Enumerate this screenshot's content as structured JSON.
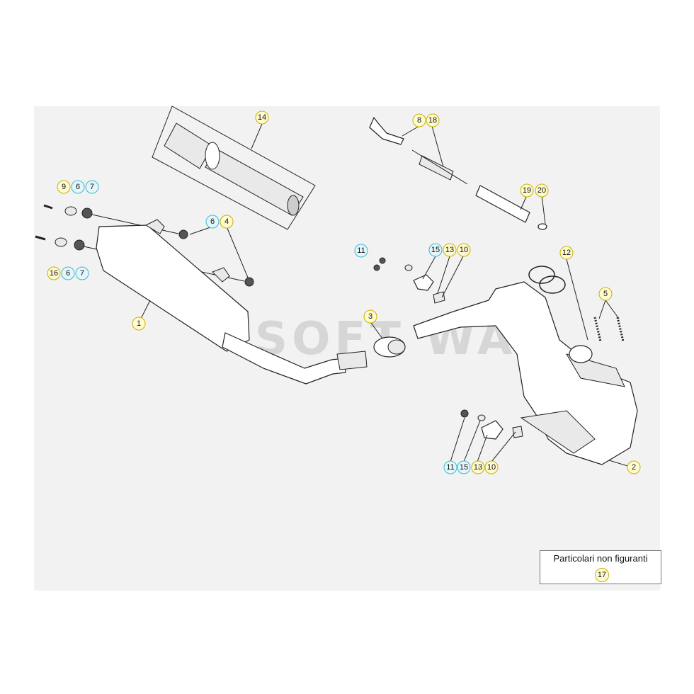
{
  "watermark": "SOFT WAY",
  "legend": {
    "title": "Particolari non figuranti",
    "part": "17"
  },
  "callouts": {
    "c14": "14",
    "c8": "8",
    "c18": "18",
    "c19": "19",
    "c20": "20",
    "c9": "9",
    "c6a": "6",
    "c7a": "7",
    "c6b": "6",
    "c4": "4",
    "c16": "16",
    "c6c": "6",
    "c7b": "7",
    "c1": "1",
    "c11a": "11",
    "c15a": "15",
    "c13a": "13",
    "c10a": "10",
    "c3": "3",
    "c12": "12",
    "c5": "5",
    "c11b": "11",
    "c15b": "15",
    "c13b": "13",
    "c10b": "10",
    "c2": "2"
  }
}
